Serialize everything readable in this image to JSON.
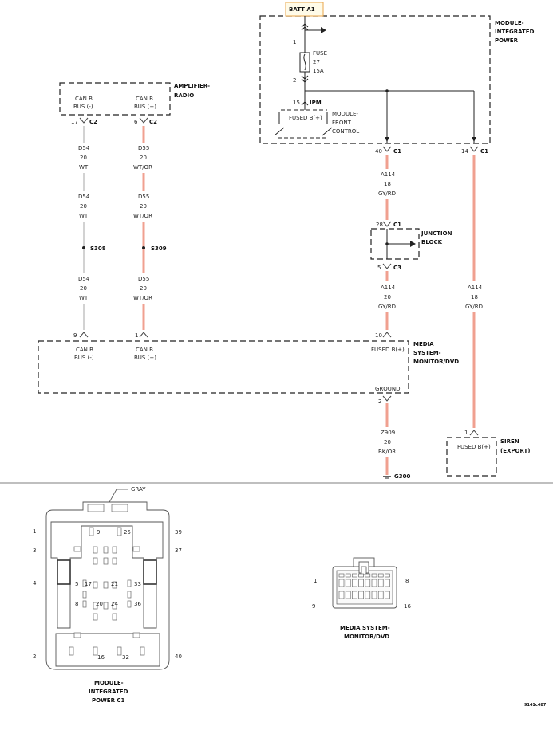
{
  "batt": {
    "label": "BATT A1"
  },
  "mip": {
    "title_1": "MODULE-",
    "title_2": "INTEGRATED",
    "title_3": "POWER",
    "fuse_label": "FUSE",
    "fuse_num": "27",
    "fuse_amp": "15A",
    "pin_1": "1",
    "pin_2": "2",
    "pin_15": "15",
    "ipm": "IPM",
    "fused_b": "FUSED B(+)",
    "mfc_1": "MODULE-",
    "mfc_2": "FRONT",
    "mfc_3": "CONTROL",
    "c1_pin_40": "40",
    "c1_pin_14": "14",
    "c1": "C1"
  },
  "amp": {
    "title_1": "AMPLIFIER-",
    "title_2": "RADIO",
    "canb_neg_1": "CAN B",
    "canb_neg_2": "BUS (-)",
    "canb_pos_1": "CAN B",
    "canb_pos_2": "BUS (+)",
    "pin_17": "17",
    "pin_6": "6",
    "c2": "C2"
  },
  "wires": {
    "d54": {
      "code": "D54",
      "gauge": "20",
      "color": "WT"
    },
    "d55": {
      "code": "D55",
      "gauge": "20",
      "color": "WT/OR"
    },
    "a114_18": {
      "code": "A114",
      "gauge": "18",
      "color": "GY/RD"
    },
    "a114_20": {
      "code": "A114",
      "gauge": "20",
      "color": "GY/RD"
    },
    "z909": {
      "code": "Z909",
      "gauge": "20",
      "color": "BK/OR"
    }
  },
  "splices": {
    "s308": "S308",
    "s309": "S309"
  },
  "jb": {
    "title_1": "JUNCTION",
    "title_2": "BLOCK",
    "pin_28": "28",
    "c1": "C1",
    "pin_5": "5",
    "c3": "C3"
  },
  "media": {
    "title_1": "MEDIA",
    "title_2": "SYSTEM-",
    "title_3": "MONITOR/DVD",
    "pin_9": "9",
    "pin_1": "1",
    "pin_10": "10",
    "pin_2": "2",
    "canb_neg_1": "CAN B",
    "canb_neg_2": "BUS (-)",
    "canb_pos_1": "CAN B",
    "canb_pos_2": "BUS (+)",
    "fused_b": "FUSED B(+)",
    "ground": "GROUND"
  },
  "ground": {
    "label": "G300"
  },
  "siren": {
    "title_1": "SIREN",
    "title_2": "(EXPORT)",
    "pin_1": "1",
    "fused_b": "FUSED B(+)"
  },
  "conn_c1": {
    "gray": "GRAY",
    "pins_left": [
      "1",
      "3",
      "4",
      "2"
    ],
    "pins_right": [
      "39",
      "37",
      "40"
    ],
    "pins_inner": [
      "9",
      "25",
      "5",
      "17",
      "21",
      "33",
      "8",
      "20",
      "24",
      "36",
      "16",
      "32"
    ],
    "caption_1": "MODULE-",
    "caption_2": "INTEGRATED",
    "caption_3": "POWER C1"
  },
  "conn_media": {
    "pins": [
      "1",
      "8",
      "9",
      "16"
    ],
    "caption_1": "MEDIA SYSTEM-",
    "caption_2": "MONITOR/DVD"
  },
  "ref": {
    "code": "9141c487"
  }
}
